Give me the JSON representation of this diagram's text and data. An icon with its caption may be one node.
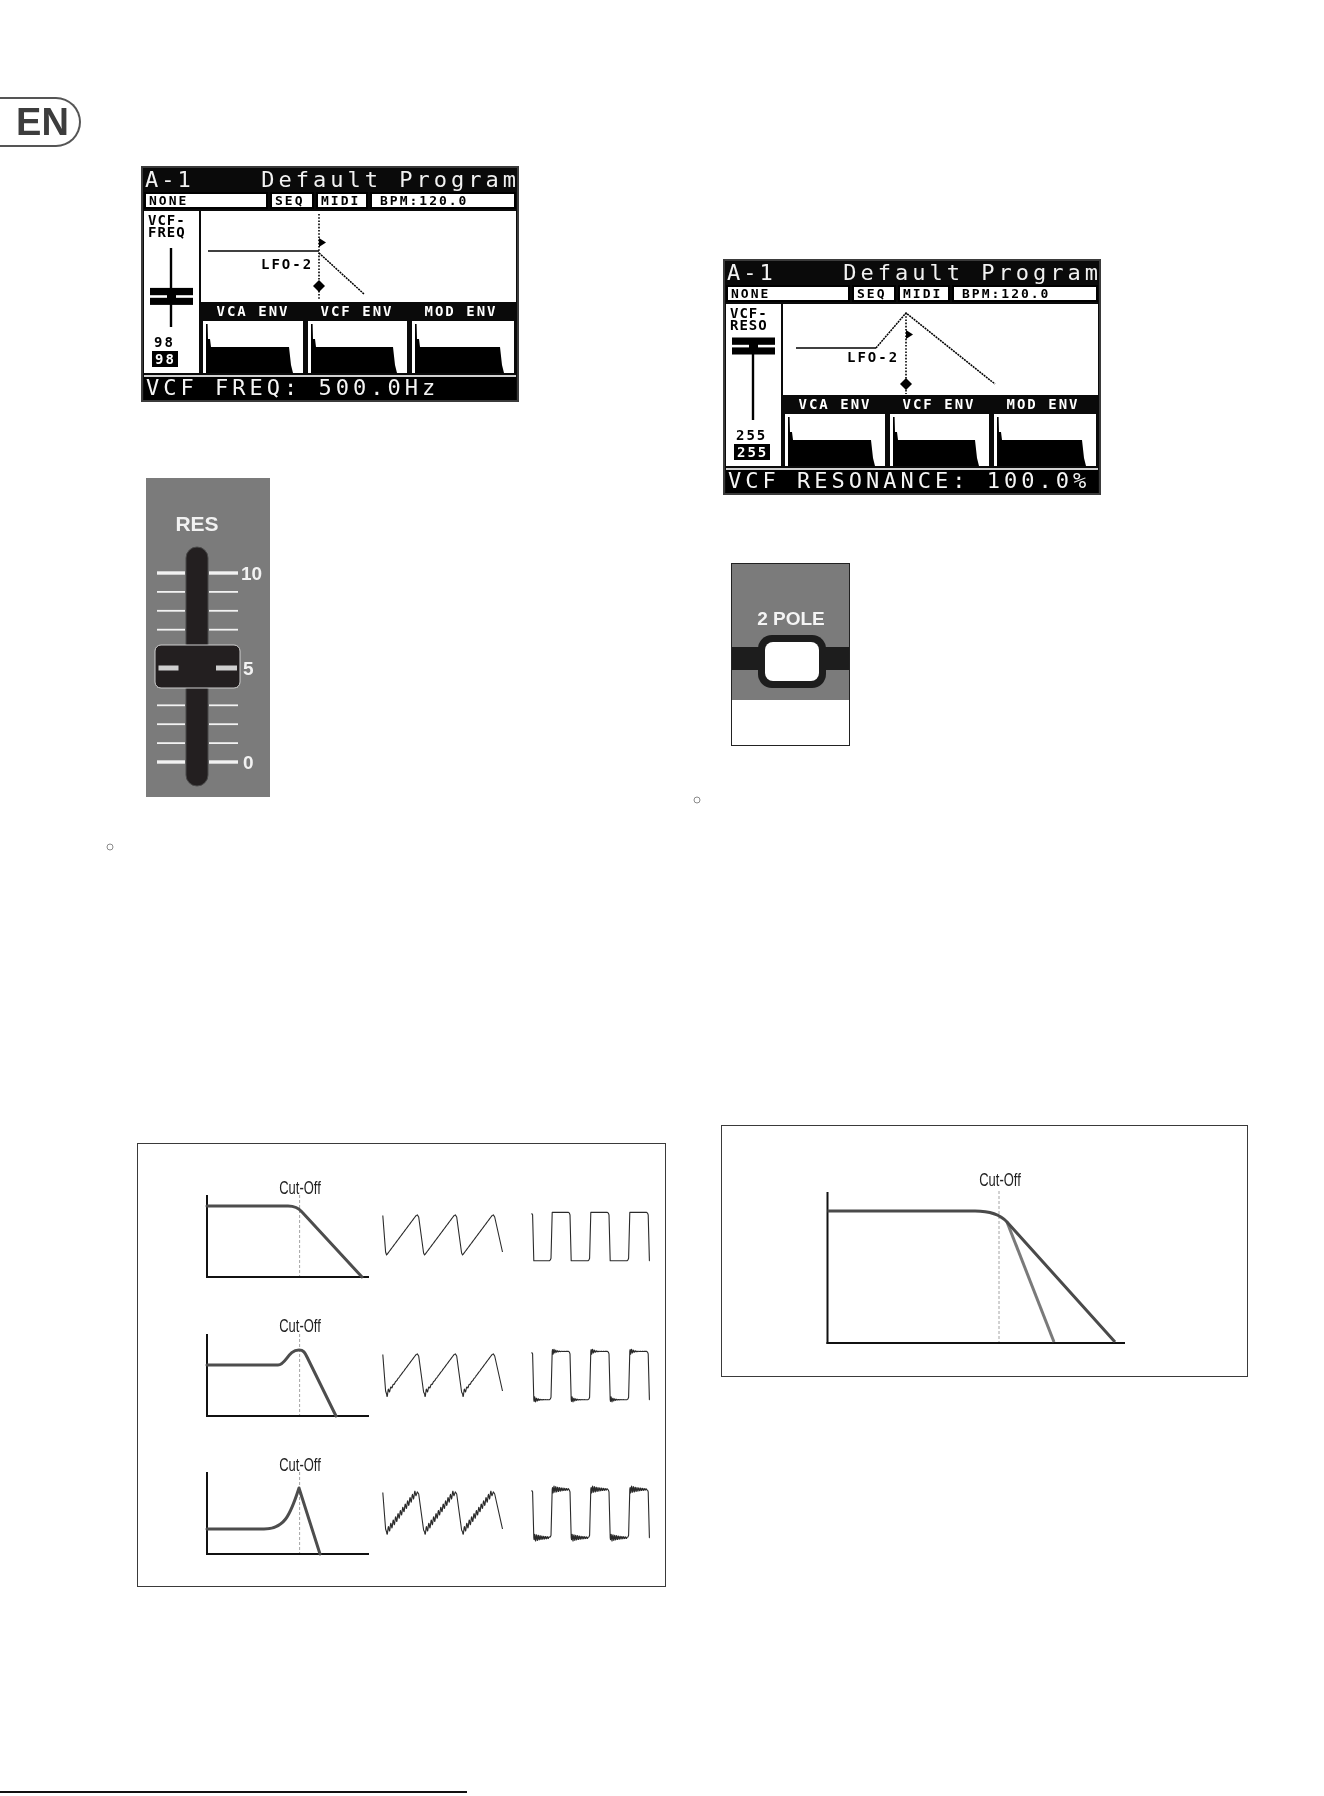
{
  "diagram": {
    "nodes": [
      {
        "text": [
          "EN"
        ]
      },
      {
        "text": [
          "A-1",
          "Default Program",
          "NONE",
          "SEQ",
          "MIDI",
          "BPM:120.0",
          "VCF- FREQ",
          "98",
          "98",
          "LFO-2",
          "VCA ENV",
          "VCF ENV",
          "MOD ENV",
          "VCF FREQ: 500.0Hz"
        ]
      },
      {
        "text": [
          "RES",
          "10",
          "5",
          "0"
        ]
      },
      {
        "text": [
          "Cut-Off",
          "Cut-Off",
          "Cut-Off"
        ]
      },
      {
        "text": [
          "A-1",
          "Default Program",
          "NONE",
          "SEQ",
          "MIDI",
          "BPM:120.0",
          "VCF- RESO",
          "255",
          "255",
          "LFO-2",
          "VCA ENV",
          "VCF ENV",
          "MOD ENV",
          "VCF RESONANCE: 100.0%"
        ]
      },
      {
        "text": [
          "2 POLE"
        ]
      },
      {
        "text": [
          "Cut-Off"
        ]
      }
    ]
  }
}
